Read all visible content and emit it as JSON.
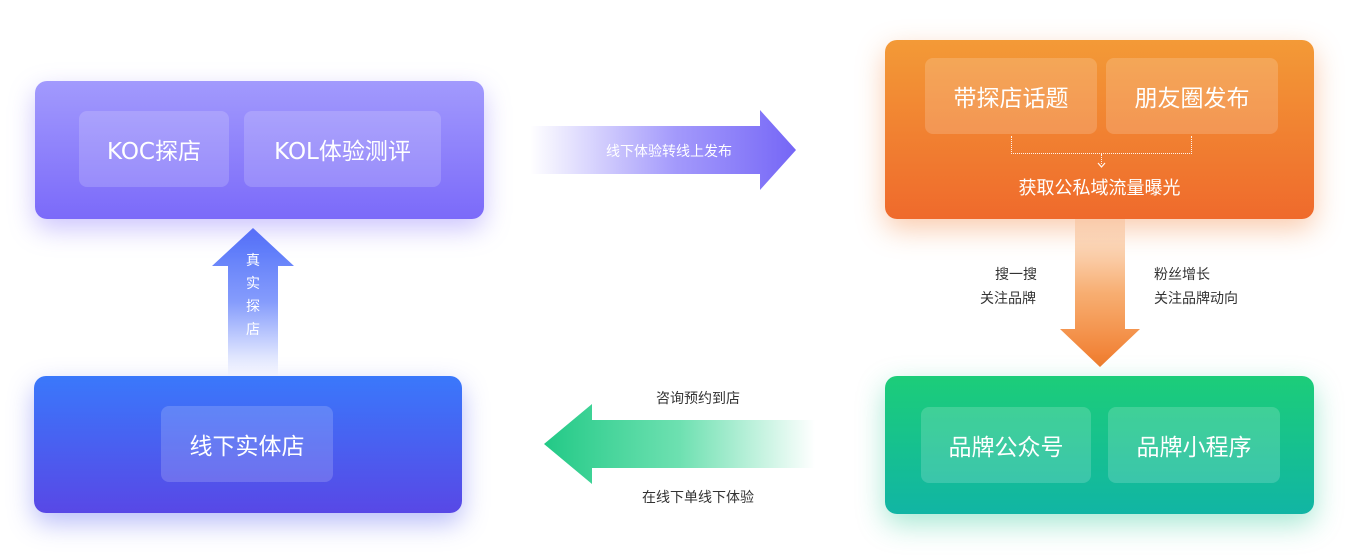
{
  "koc_card": {
    "koc_chip": "KOC探店",
    "kol_chip": "KOL体验测评"
  },
  "store_card": {
    "store_chip": "线下实体店"
  },
  "orange_card": {
    "topic_chip": "带探店话题",
    "moments_chip": "朋友圈发布",
    "exposure_text": "获取公私域流量曝光"
  },
  "green_card": {
    "official_account_chip": "品牌公众号",
    "mini_program_chip": "品牌小程序"
  },
  "arrows": {
    "top_label": "线下体验转线上发布",
    "up_label_chars": [
      "真",
      "实",
      "探",
      "店"
    ],
    "down_left_label": [
      "搜一搜",
      "关注品牌"
    ],
    "down_right_label": [
      "粉丝增长",
      "关注品牌动向"
    ],
    "bottom_top_label": "咨询预约到店",
    "bottom_bottom_label": "在线下单线下体验"
  }
}
